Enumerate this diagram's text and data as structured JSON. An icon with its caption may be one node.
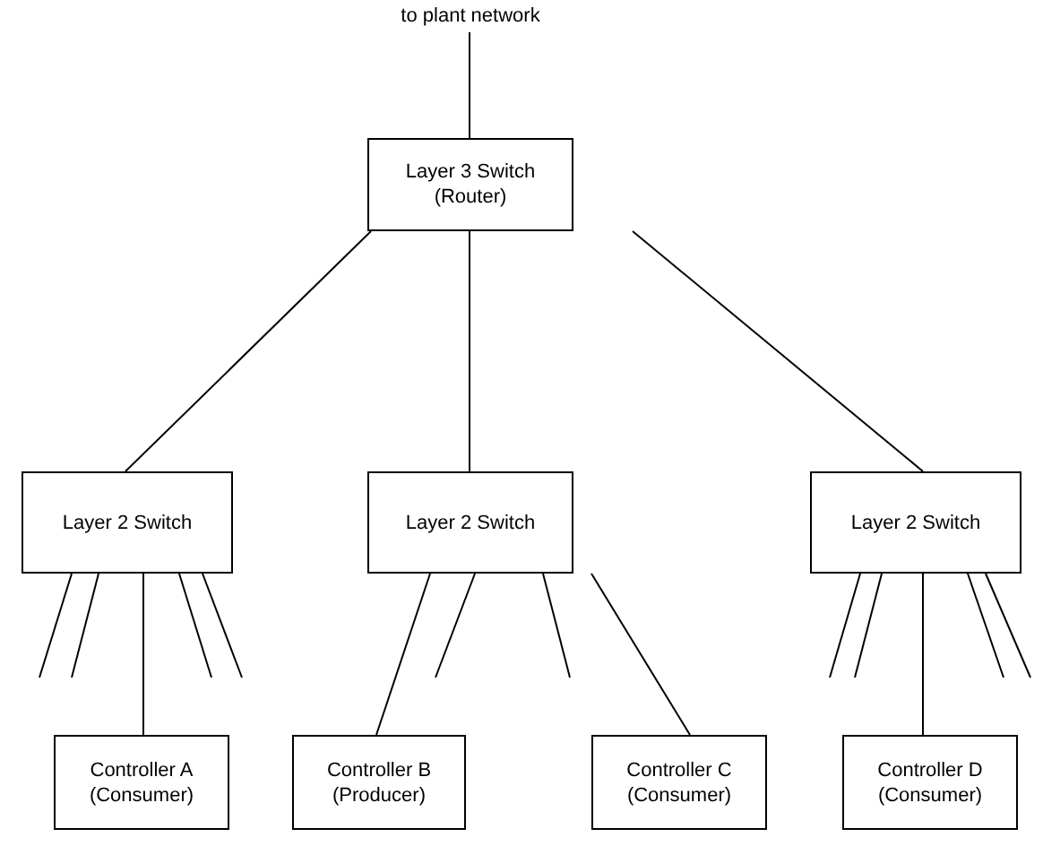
{
  "diagram": {
    "nodes": [
      {
        "text": [
          "to plant network"
        ]
      },
      {
        "text": [
          "Layer 3 Switch (Router)"
        ]
      },
      {
        "text": [
          "Layer 2 Switch"
        ]
      },
      {
        "text": [
          "Layer 2 Switch"
        ]
      },
      {
        "text": [
          "Layer 2 Switch"
        ]
      },
      {
        "text": [
          "Controller A (Consumer)"
        ]
      },
      {
        "text": [
          "Controller B (Producer)"
        ]
      },
      {
        "text": [
          "Controller C (Consumer)"
        ]
      },
      {
        "text": [
          "Controller D (Consumer)"
        ]
      }
    ],
    "edges": [
      {
        "from": 0,
        "to": 1,
        "arrow": "none"
      },
      {
        "from": 1,
        "to": 2,
        "arrow": "none"
      },
      {
        "from": 1,
        "to": 3,
        "arrow": "none"
      },
      {
        "from": 1,
        "to": 4,
        "arrow": "none"
      },
      {
        "from": 2,
        "to": null,
        "arrow": "none"
      },
      {
        "from": 2,
        "to": null,
        "arrow": "none"
      },
      {
        "from": 2,
        "to": 5,
        "arrow": "none"
      },
      {
        "from": 2,
        "to": null,
        "arrow": "none"
      },
      {
        "from": 2,
        "to": null,
        "arrow": "none"
      },
      {
        "from": 3,
        "to": 6,
        "arrow": "none"
      },
      {
        "from": 3,
        "to": null,
        "arrow": "none"
      },
      {
        "from": 3,
        "to": null,
        "arrow": "none"
      },
      {
        "from": 3,
        "to": 7,
        "arrow": "none"
      },
      {
        "from": 4,
        "to": null,
        "arrow": "none"
      },
      {
        "from": 4,
        "to": null,
        "arrow": "none"
      },
      {
        "from": 4,
        "to": 8,
        "arrow": "none"
      },
      {
        "from": 4,
        "to": null,
        "arrow": "none"
      },
      {
        "from": 4,
        "to": null,
        "arrow": "none"
      }
    ]
  }
}
